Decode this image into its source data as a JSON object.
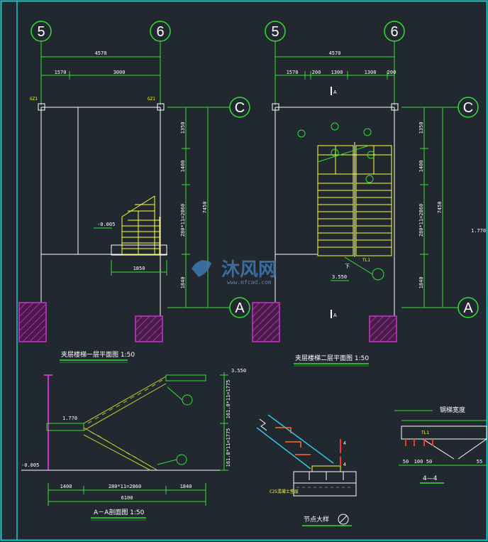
{
  "colors": {
    "background": "#212830",
    "frame": "#19c7c7",
    "grid_line": "#33e033",
    "stair": "#ffff33",
    "column": "#cc33cc",
    "text": "#ffffff"
  },
  "plan1": {
    "axis_left": "5",
    "axis_right": "6",
    "axis_top": "C",
    "axis_bottom": "A",
    "dim_total": "4570",
    "dim_a": "1570",
    "dim_b": "3000",
    "col_l": "GZ1",
    "col_r": "GZ1",
    "elev": "-0.005",
    "dim_stair": "1850",
    "v_dim_1": "1350",
    "v_dim_2": "1400",
    "v_dim_3": "280*11=2860",
    "v_dim_4": "1840",
    "v_dim_total": "7450",
    "title": "夹层楼梯一层平面图  1:50"
  },
  "plan2": {
    "axis_left": "5",
    "axis_right": "6",
    "axis_top": "C",
    "axis_bottom": "A",
    "dim_total": "4570",
    "dim_a": "1570",
    "dim_b": "200",
    "dim_c": "1300",
    "dim_d": "1300",
    "dim_e": "200",
    "section_top": "A",
    "section_bottom": "A",
    "elev": "3.550",
    "down_label": "下",
    "v_dim_1": "1350",
    "v_dim_2": "1400",
    "v_dim_3": "280*11=2860",
    "v_dim_4": "1840",
    "v_dim_total": "7450",
    "tl": "TL1",
    "side_elev": "1.770",
    "title": "夹层楼梯二层平面图  1:50"
  },
  "section": {
    "elev_top": "3.550",
    "elev_mid": "1.770",
    "elev_bot": "-0.005",
    "dim_1": "1400",
    "dim_2": "280*11=2860",
    "dim_3": "1840",
    "dim_total": "6100",
    "v_dim_1": "161.8*11=1775",
    "v_dim_2": "161.8*11=1775",
    "title": "A－A剖面图  1:50"
  },
  "node": {
    "title": "节点大样",
    "tag": "4",
    "label": "C25混凝土垫层"
  },
  "detail": {
    "title": "钢梯宽度",
    "section_title": "4—4",
    "tl": "TL1",
    "dim_1": "50",
    "dim_2": "100",
    "dim_3": "50",
    "dim_4": "55"
  },
  "watermark": {
    "brand": "沐风网",
    "url": "www.mfcad.com"
  }
}
